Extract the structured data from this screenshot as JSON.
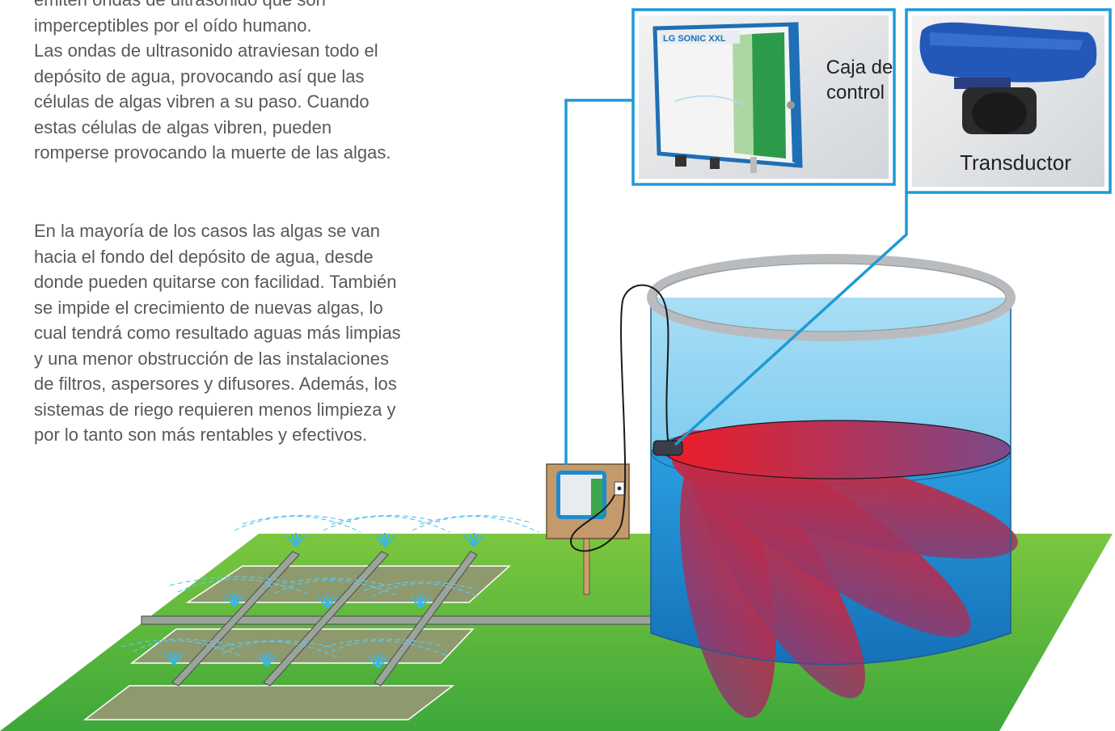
{
  "text": {
    "paragraph1": [
      "emiten ondas de ultrasonido que son",
      "imperceptibles por el oído humano.",
      "Las ondas de ultrasonido atraviesan todo el",
      "depósito de agua, provocando así que las",
      "células de algas vibren a su paso. Cuando",
      "estas células de algas vibren, pueden",
      "romperse provocando la muerte de las algas."
    ],
    "paragraph2": [
      "En la mayoría de los casos las algas se van",
      "hacia el fondo del depósito de agua, desde",
      "donde pueden quitarse con facilidad. También",
      "se impide el crecimiento de nuevas algas, lo",
      "cual tendrá como resultado aguas más limpias",
      "y una menor obstrucción de las instalaciones",
      "de filtros, aspersores y difusores. Además, los",
      "sistemas de riego requieren menos limpieza y",
      "por lo tanto son más rentables y efectivos."
    ]
  },
  "callouts": {
    "control_box": {
      "label_line1": "Caja de",
      "label_line2": "control"
    },
    "transducer": {
      "label": "Transductor"
    },
    "device_brand": "LG SONIC XXL"
  },
  "colors": {
    "ground": "#5cb93a",
    "water": "#1f8fd6",
    "tank_wall": "#8fd3f2",
    "ultrasound_waves": "#e8242c",
    "callout_border": "#1e9ad6",
    "text": "#555a5e"
  }
}
